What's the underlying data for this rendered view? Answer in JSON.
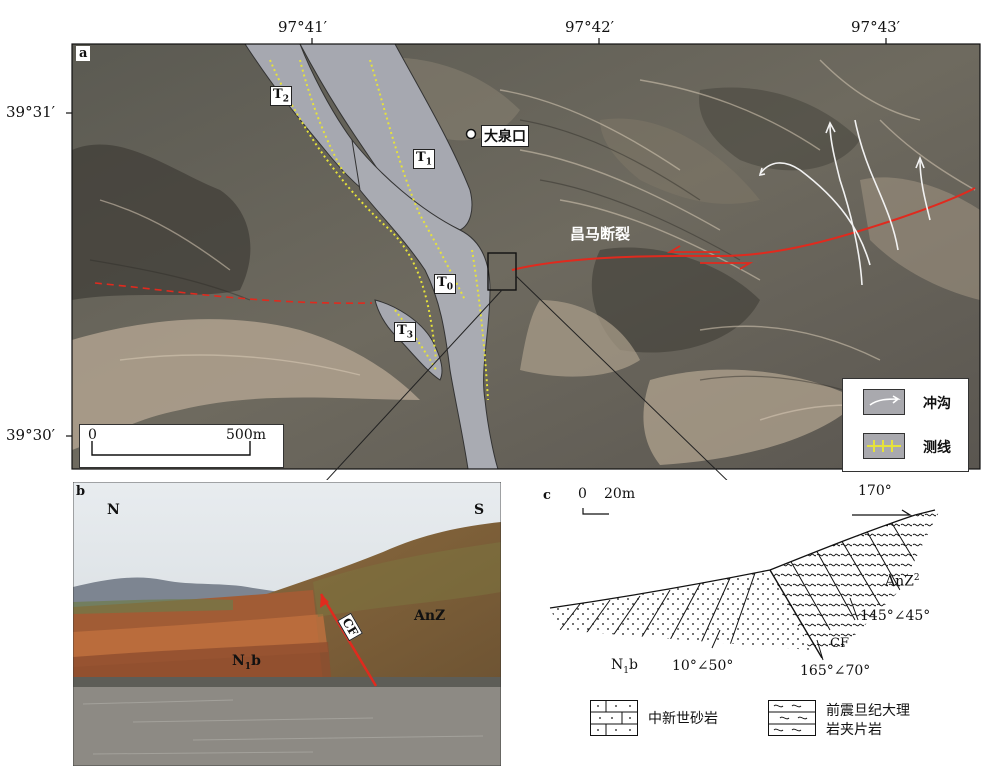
{
  "panel_a": {
    "letter": "a",
    "lon_ticks": [
      "97°41′",
      "97°42′",
      "97°43′"
    ],
    "lat_ticks": [
      "39°31′",
      "39°30′"
    ],
    "place_label": "大泉口",
    "fault_label": "昌马断裂",
    "terraces": {
      "t0": "T",
      "t1": "T",
      "t2": "T",
      "t3": "T",
      "t0_sub": "0",
      "t1_sub": "1",
      "t2_sub": "2",
      "t3_sub": "3"
    },
    "scale": {
      "start": "0",
      "end": "500m"
    },
    "legend": [
      {
        "icon": "gully-arrow-icon",
        "label": "冲沟"
      },
      {
        "icon": "survey-line-icon",
        "label": "测线"
      }
    ],
    "colors": {
      "fault": "#e02a1e",
      "survey": "#e6e23a",
      "terrace_fill": "#a6a8b0",
      "gully": "#f2f2f2"
    }
  },
  "panel_b": {
    "letter": "b",
    "north": "N",
    "south": "S",
    "fault_label": "CF",
    "rock_left": "N",
    "rock_left_sub": "1",
    "rock_left_tail": "b",
    "rock_right": "AnZ"
  },
  "panel_c": {
    "letter": "c",
    "scale": {
      "start": "0",
      "end": "20m"
    },
    "strike_top": "170°",
    "unit_left": "N",
    "unit_left_sub": "1",
    "unit_left_tail": "b",
    "unit_right": "AnZ",
    "unit_right_sup": "2",
    "fault": "CF",
    "attitude_left": "10°∠50°",
    "attitude_fault": "165°∠70°",
    "attitude_right": "145°∠45°",
    "legend": [
      {
        "icon": "sandstone-pattern-icon",
        "label": "中新世砂岩"
      },
      {
        "icon": "marble-schist-pattern-icon",
        "label_line1": "前震旦纪大理",
        "label_line2": "岩夹片岩"
      }
    ]
  }
}
